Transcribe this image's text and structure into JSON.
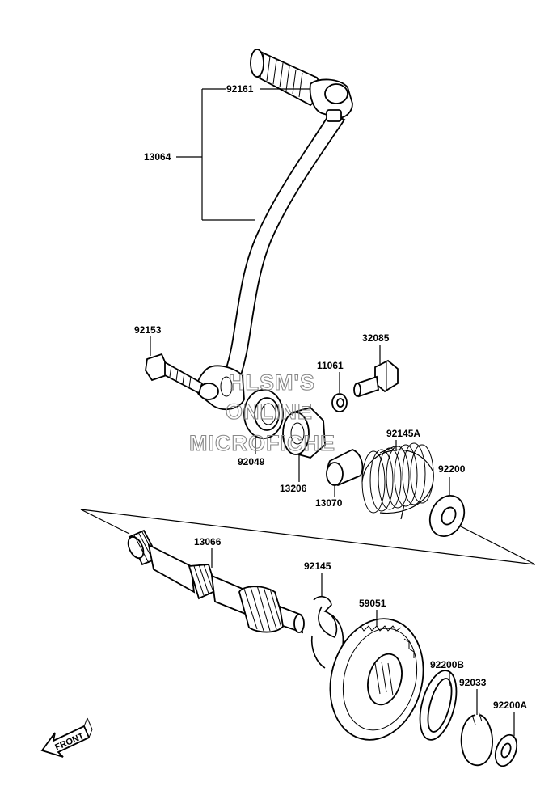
{
  "labels": {
    "p92161": "92161",
    "p13064": "13064",
    "p92153": "92153",
    "p32085": "32085",
    "p11061": "11061",
    "p92049": "92049",
    "p13206": "13206",
    "p92145A": "92145A",
    "p13070": "13070",
    "p92200": "92200",
    "p13066": "13066",
    "p92145": "92145",
    "p59051": "59051",
    "p92200B": "92200B",
    "p92033": "92033",
    "p92200A": "92200A"
  },
  "watermark": {
    "line1": "HLSM'S",
    "line2": "ONLINE",
    "line3": "MICROFICHE"
  },
  "front_marker": "FRONT"
}
